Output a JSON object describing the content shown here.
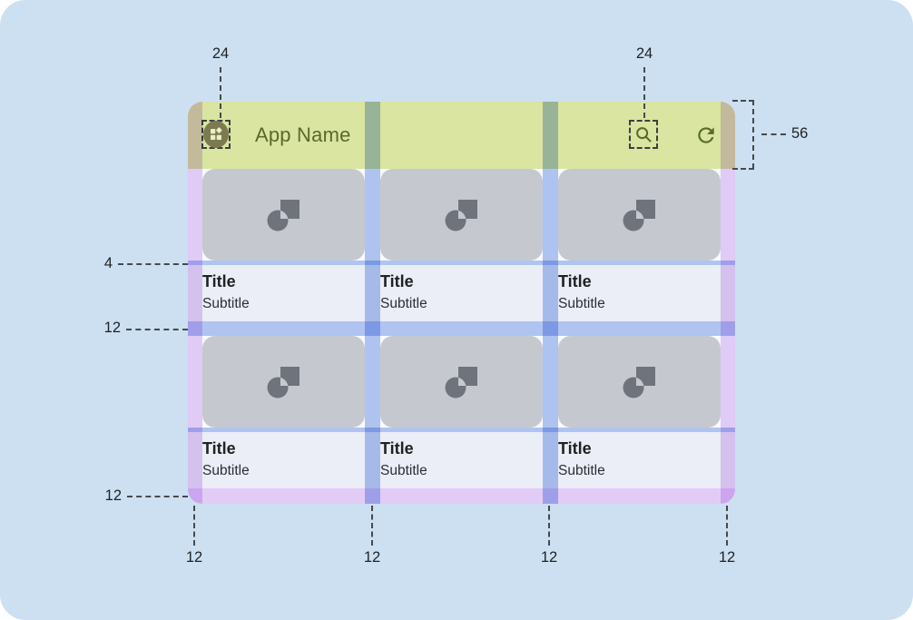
{
  "appbar": {
    "title": "App Name"
  },
  "cards": [
    {
      "title": "Title",
      "subtitle": "Subtitle"
    },
    {
      "title": "Title",
      "subtitle": "Subtitle"
    },
    {
      "title": "Title",
      "subtitle": "Subtitle"
    },
    {
      "title": "Title",
      "subtitle": "Subtitle"
    },
    {
      "title": "Title",
      "subtitle": "Subtitle"
    },
    {
      "title": "Title",
      "subtitle": "Subtitle"
    }
  ],
  "annotations": {
    "icon_left_size": "24",
    "icon_right_size": "24",
    "appbar_height": "56",
    "image_text_gap": "4",
    "row_gap": "12",
    "bottom_margin": "12",
    "bottom_gutters": [
      "12",
      "12",
      "12",
      "12"
    ]
  },
  "icons": {
    "app": "dashboard-icon",
    "search": "search-icon",
    "refresh": "refresh-icon",
    "card_placeholder": "image-placeholder-icon"
  },
  "colors": {
    "canvas_bg": "#CCE0F1",
    "appbar_green": "#D9E5A0",
    "appbar_fg": "#586A2B",
    "margin_purple": "#E6CFF7",
    "gutter_blue": "#B3C7F2",
    "card_gray": "#C5C9CF",
    "card_icon_gray": "#6F747C",
    "text_band_bg": "#EBEEF6",
    "annotation_fg": "#1F2124"
  }
}
